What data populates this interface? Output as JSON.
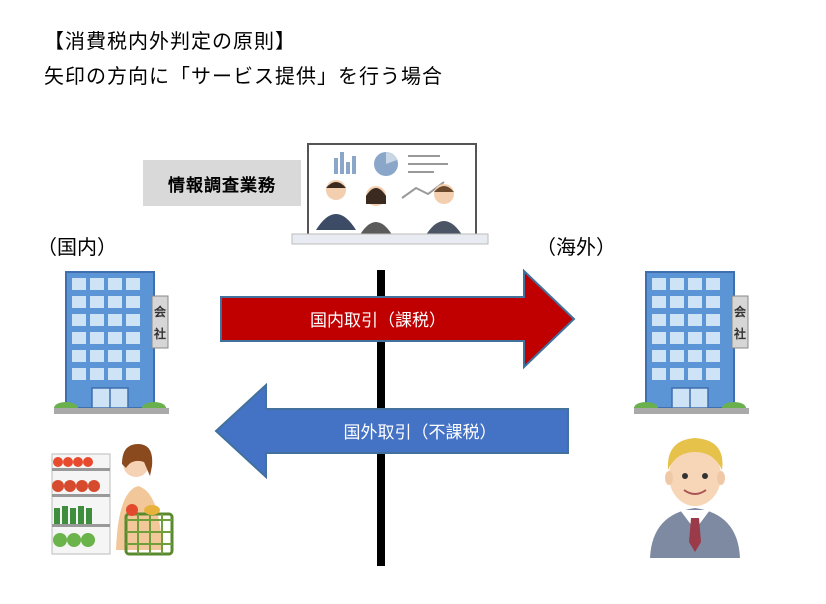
{
  "heading": {
    "line1": "【消費税内外判定の原則】",
    "line2": "矢印の方向に「サービス提供」を行う場合"
  },
  "task_label": "情報調査業務",
  "regions": {
    "domestic": "（国内）",
    "overseas": "（海外）"
  },
  "buildings": {
    "sign_top": "会",
    "sign_bottom": "社"
  },
  "arrows": {
    "right": {
      "label": "国内取引（課税）",
      "color": "#c00000"
    },
    "left": {
      "label": "国外取引（不課税）",
      "color": "#4472c4"
    }
  },
  "icons": [
    "meeting-illustration",
    "office-building",
    "shopper-woman",
    "businessman"
  ]
}
